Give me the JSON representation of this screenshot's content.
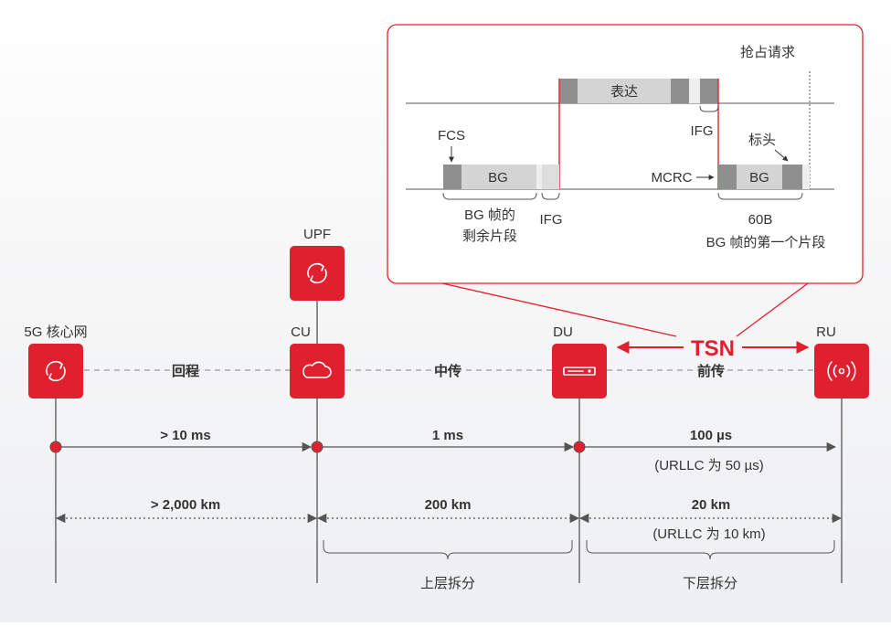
{
  "colors": {
    "accent": "#e0202e",
    "frame_dark": "#8f8f8f",
    "frame_light": "#d4d4d4",
    "line": "#555555"
  },
  "nodes": {
    "core": {
      "label": "5G 核心网",
      "icon": "sync-icon"
    },
    "upf": {
      "label": "UPF",
      "icon": "sync-icon"
    },
    "cu": {
      "label": "CU",
      "icon": "cloud-icon"
    },
    "du": {
      "label": "DU",
      "icon": "server-icon"
    },
    "ru": {
      "label": "RU",
      "icon": "radio-icon"
    }
  },
  "links": {
    "backhaul": "回程",
    "midhaul": "中传",
    "fronthaul": "前传",
    "tsn": "TSN"
  },
  "latency": {
    "backhaul": "> 10 ms",
    "midhaul": "1 ms",
    "fronthaul": "100 µs",
    "fronthaul_note": "(URLLC 为 50 µs)"
  },
  "distance": {
    "backhaul": "> 2,000 km",
    "midhaul": "200 km",
    "fronthaul": "20 km",
    "fronthaul_note": "(URLLC 为 10 km)"
  },
  "splits": {
    "upper": "上层拆分",
    "lower": "下层拆分"
  },
  "inset": {
    "preempt": "抢占请求",
    "express": "表达",
    "ifg": "IFG",
    "fcs": "FCS",
    "bg": "BG",
    "mcrc": "MCRC",
    "header": "标头",
    "remaining_line1": "BG 帧的",
    "remaining_line2": "剩余片段",
    "size": "60B",
    "first_fragment": "BG 帧的第一个片段"
  }
}
